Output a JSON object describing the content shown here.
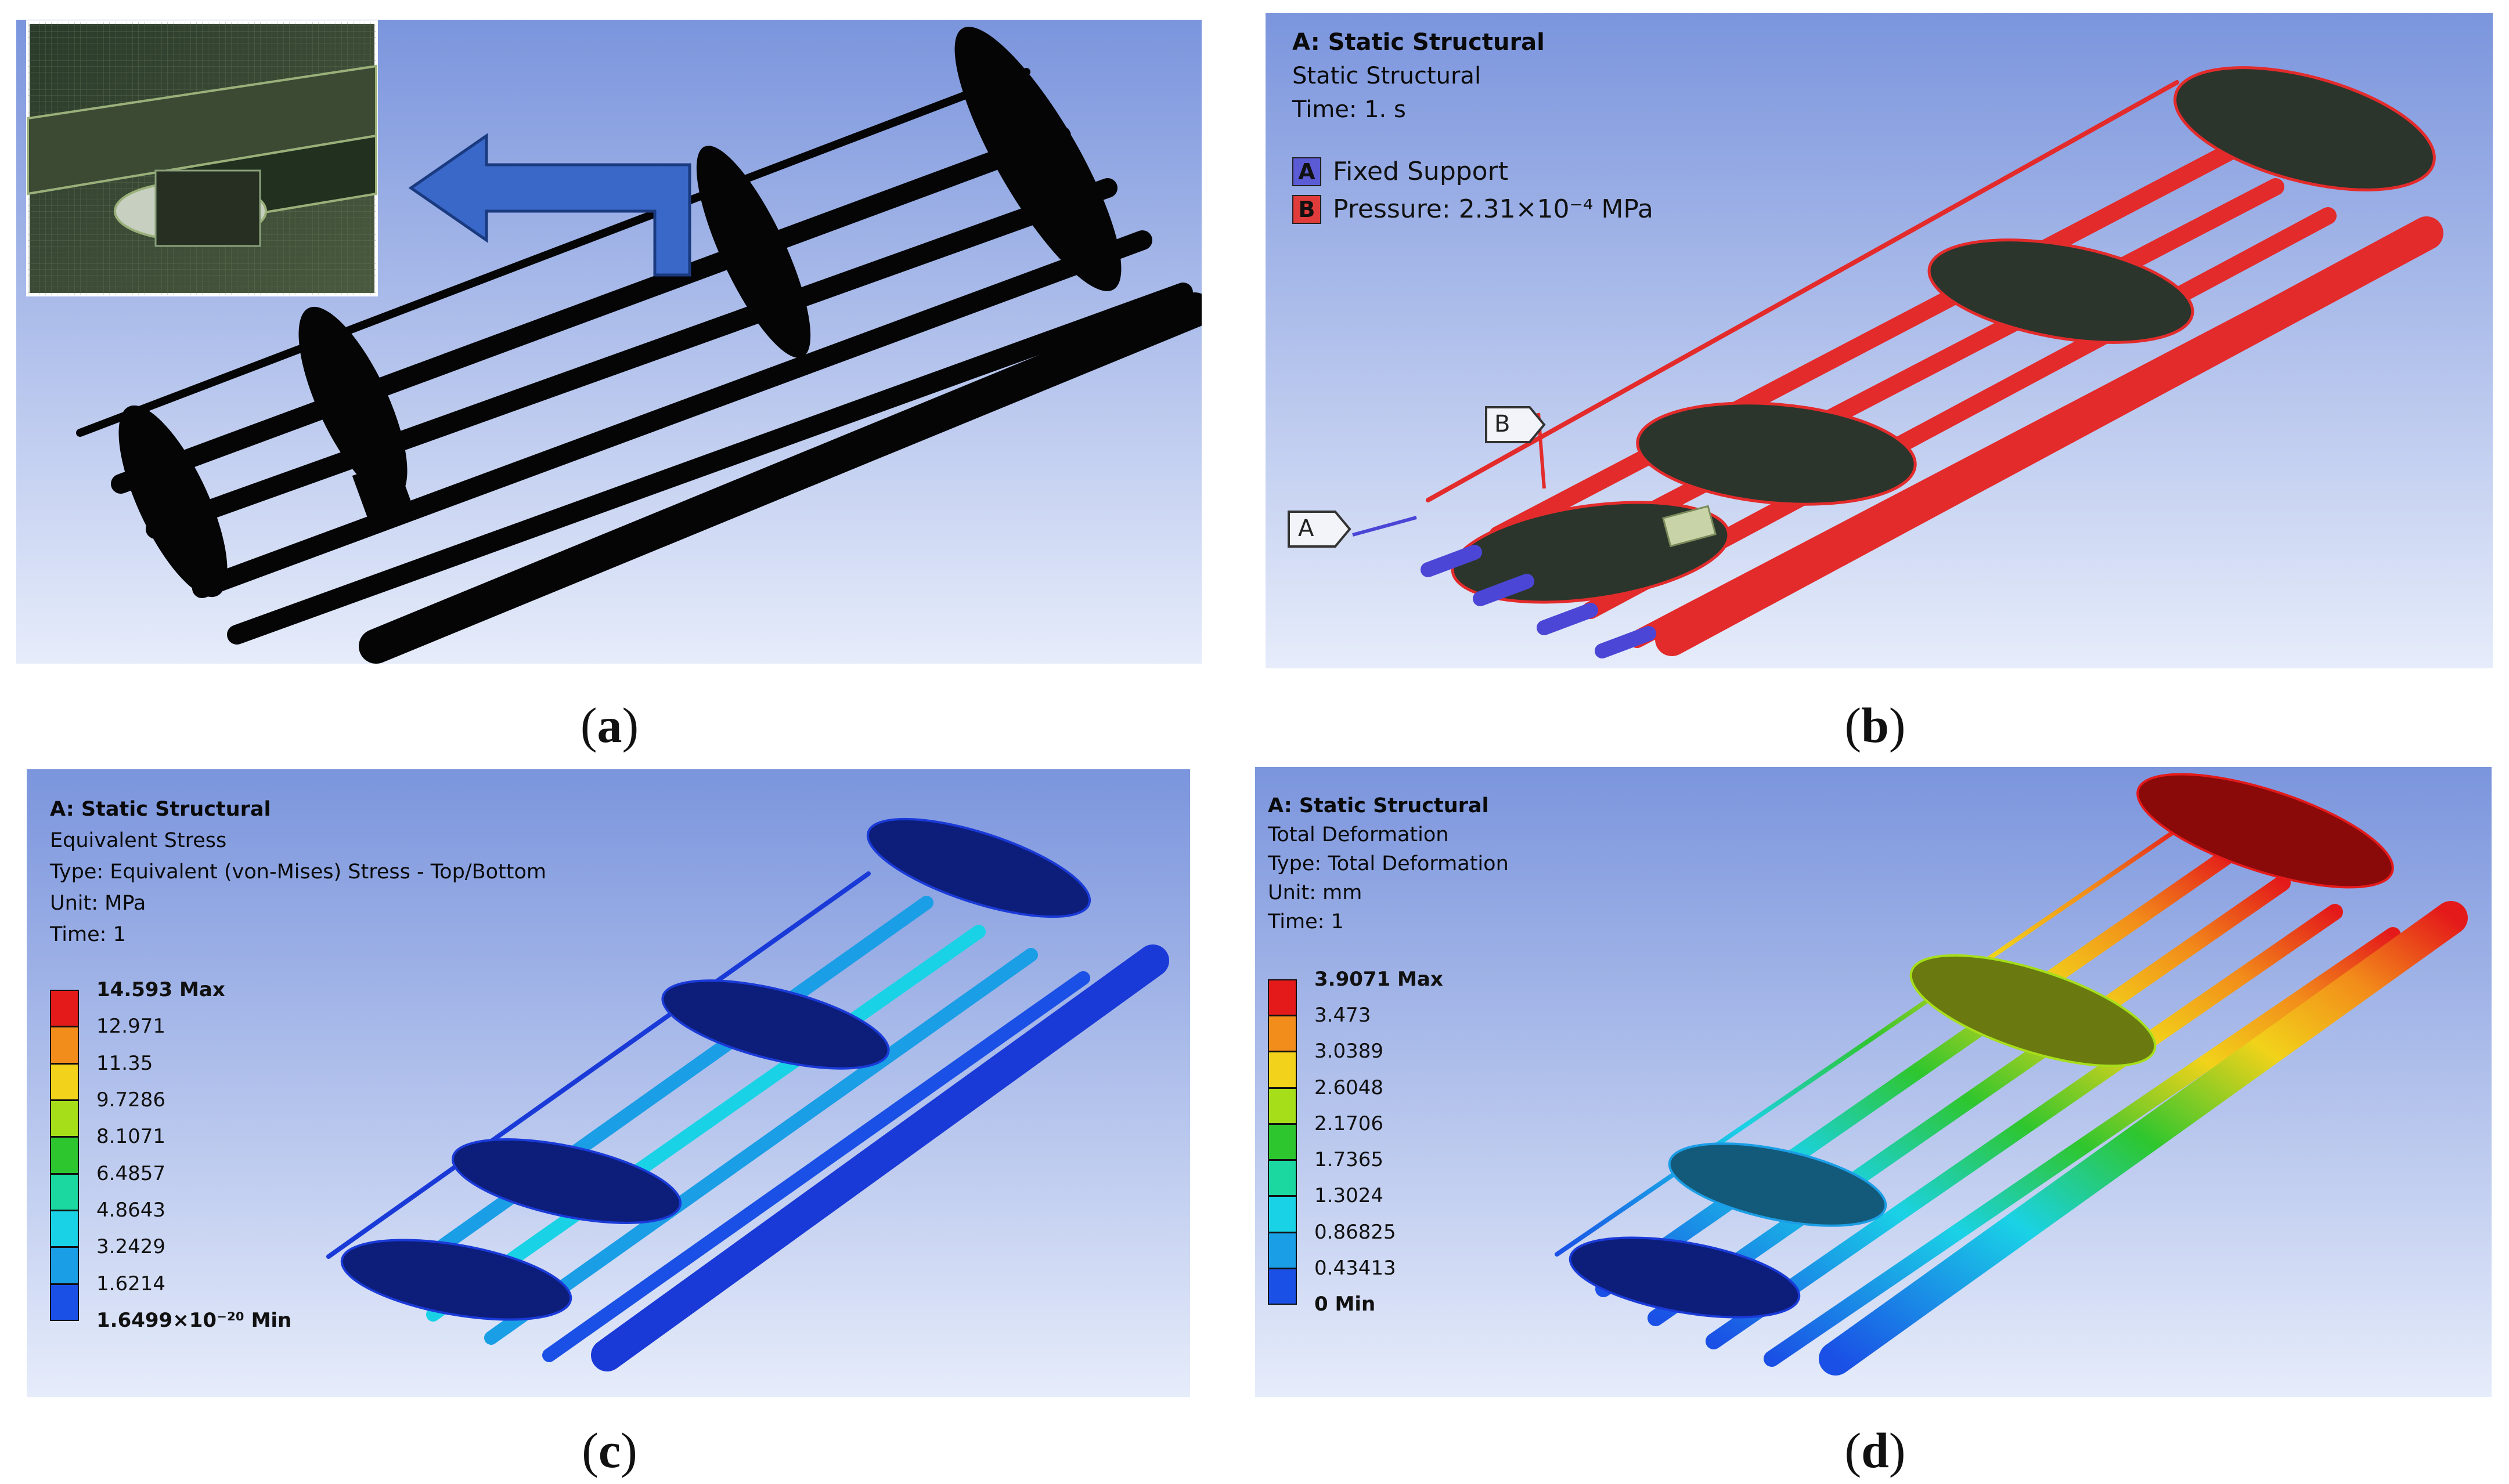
{
  "panels": {
    "a": {
      "caption_open": "(",
      "caption_letter": "a",
      "caption_close": ")"
    },
    "b": {
      "caption_open": "(",
      "caption_letter": "b",
      "caption_close": ")",
      "title": "A: Static Structural",
      "lines": [
        "Static Structural",
        "Time: 1. s"
      ],
      "legend": [
        {
          "key": "A",
          "label": "Fixed Support",
          "color": "#5b5bd6"
        },
        {
          "key": "B",
          "label": "Pressure: 2.31×10⁻⁴ MPa",
          "color": "#e03c3c"
        }
      ],
      "callout_a": "A",
      "callout_b": "B"
    },
    "c": {
      "caption_open": "(",
      "caption_letter": "c",
      "caption_close": ")",
      "title": "A: Static Structural",
      "lines": [
        "Equivalent Stress",
        "Type: Equivalent (von-Mises) Stress - Top/Bottom",
        "Unit: MPa",
        "Time: 1"
      ],
      "scale": [
        "14.593 Max",
        "12.971",
        "11.35",
        "9.7286",
        "8.1071",
        "6.4857",
        "4.8643",
        "3.2429",
        "1.6214",
        "1.6499×10⁻²⁰ Min"
      ]
    },
    "d": {
      "caption_open": "(",
      "caption_letter": "d",
      "caption_close": ")",
      "title": "A: Static Structural",
      "lines": [
        "Total Deformation",
        "Type: Total Deformation",
        "Unit: mm",
        "Time: 1"
      ],
      "scale": [
        "3.9071 Max",
        "3.473",
        "3.0389",
        "2.6048",
        "2.1706",
        "1.7365",
        "1.3024",
        "0.86825",
        "0.43413",
        "0 Min"
      ]
    }
  },
  "colormap": [
    "#e41a1a",
    "#f28c1a",
    "#f2d21a",
    "#a6de1a",
    "#2ec62e",
    "#1ad8a0",
    "#1ad2e6",
    "#1a9ee6",
    "#1a50e6"
  ],
  "colors": {
    "viewport_top": "#7b95dd",
    "viewport_bottom": "#e6ecfa",
    "pressure_red": "#e32b2b",
    "support_blue": "#4c46d6",
    "mesh_dark": "#0a0a0a"
  }
}
